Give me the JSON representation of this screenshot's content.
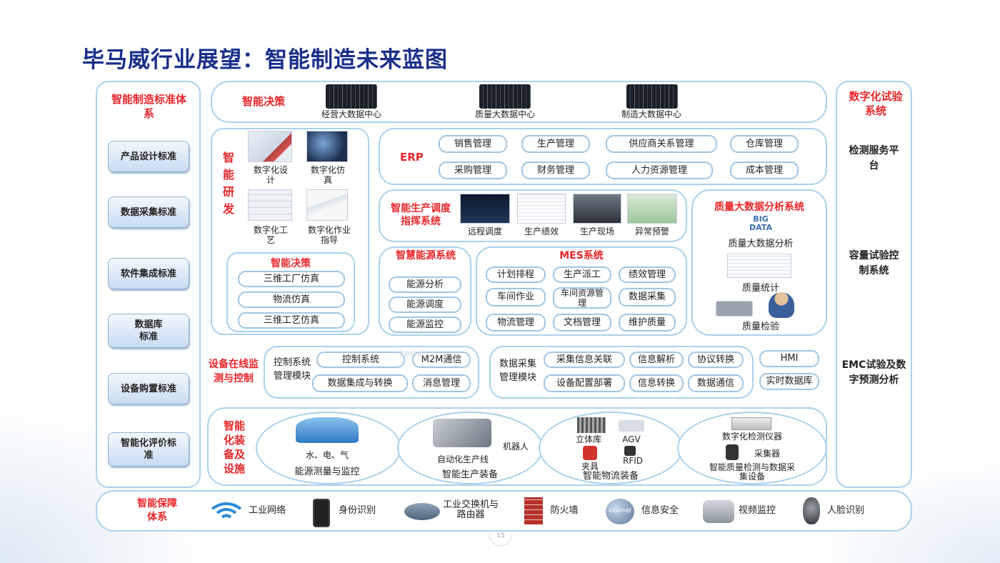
{
  "title": "毕马威行业展望：智能制造未来蓝图",
  "left_column": {
    "heading": "智能制造标准体系",
    "items": [
      "产品设计标准",
      "数据采集标准",
      "软件集成标准",
      "数据库标准",
      "设备购置标准",
      "智能化评价标准"
    ]
  },
  "right_column": {
    "heading": "数字化试验系统",
    "items": [
      "检测服务平台",
      "容量试验控制系统",
      "EMC试验及数字预测分析"
    ]
  },
  "top_row": {
    "label": "智能决策",
    "centers": [
      "经营大数据中心",
      "质量大数据中心",
      "制造大数据中心"
    ]
  },
  "rnd": {
    "label": "智能研发",
    "images": [
      "数字化设计",
      "数字化仿真",
      "数字化工艺",
      "数字化作业指导"
    ],
    "decision_label": "智能决策",
    "decision_items": [
      "三维工厂仿真",
      "物流仿真",
      "三维工艺仿真"
    ]
  },
  "erp": {
    "label": "ERP",
    "items": [
      "销售管理",
      "生产管理",
      "供应商关系管理",
      "仓库管理",
      "采购管理",
      "财务管理",
      "人力资源管理",
      "成本管理"
    ]
  },
  "dispatch": {
    "label": "智能生产调度指挥系统",
    "images": [
      "远程调度",
      "生产绩效",
      "生产现场",
      "异常预警"
    ]
  },
  "quality": {
    "label": "质量大数据分析系统",
    "big_data_logo": "BIG DATA",
    "items": [
      "质量大数据分析",
      "质量统计",
      "质量检验"
    ]
  },
  "energy": {
    "label": "智慧能源系统",
    "items": [
      "能源分析",
      "能源调度",
      "能源监控"
    ]
  },
  "mes": {
    "label": "MES系统",
    "items": [
      "计划排程",
      "生产派工",
      "绩效管理",
      "车间作业",
      "车间资源管理",
      "数据采集",
      "物流管理",
      "文档管理",
      "维护质量"
    ]
  },
  "monitor": {
    "label": "设备在线监测与控制",
    "control_label": "控制系统管理模块",
    "control_items": [
      "控制系统",
      "M2M通信",
      "数据集成与转换",
      "消息管理"
    ],
    "collect_label": "数据采集管理模块",
    "collect_items": [
      "采集信息关联",
      "信息解析",
      "协议转换",
      "设备配置部署",
      "信息转换",
      "数据通信"
    ],
    "hmi": "HMI",
    "rtdb": "实时数据库"
  },
  "equipment": {
    "label": "智能化装备及设施",
    "groups": [
      {
        "top": "水、电、气",
        "bottom": "能源测量与监控"
      },
      {
        "top": "自动化生产线",
        "side": "机器人",
        "bottom": "智能生产装备"
      },
      {
        "parts": [
          "立体库",
          "AGV",
          "夹具",
          "RFID"
        ],
        "bottom": "智能物流装备"
      },
      {
        "top": "数字化检测仪器",
        "side": "采集器",
        "bottom": "智能质量检测与数据采集设备"
      }
    ]
  },
  "security": {
    "label": "智能保障体系",
    "items": [
      "工业网络",
      "身份识别",
      "工业交换机与路由器",
      "防火墙",
      "信息安全",
      "视频监控",
      "人脸识别"
    ],
    "internet_logo": "Internet"
  },
  "watermark": "kesiyi.cn",
  "page_number": "15",
  "colors": {
    "title": "#1a2f8a",
    "red_label": "#e8262a",
    "border": "#a9d2ec"
  }
}
